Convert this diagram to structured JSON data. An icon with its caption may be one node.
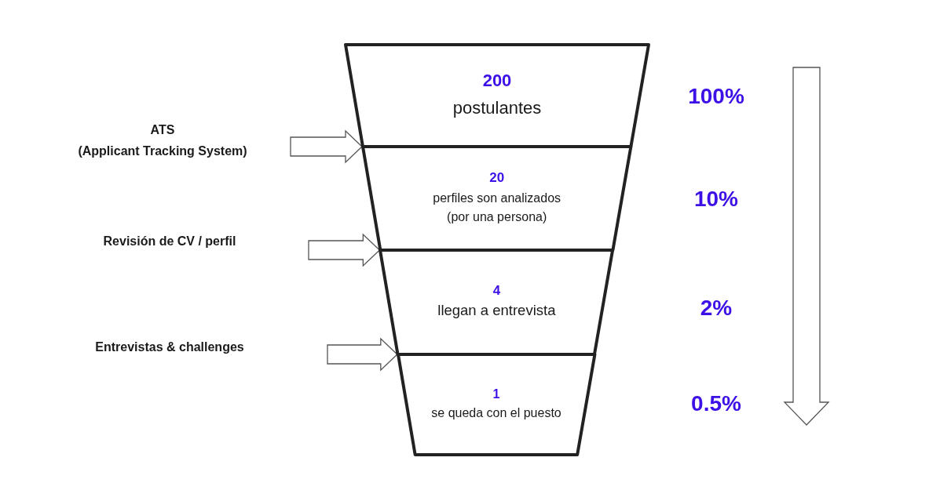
{
  "diagram": {
    "nodes": [
      {
        "text": [
          "200",
          "postulantes"
        ]
      },
      {
        "text": [
          "20",
          "perfiles son analizados (por una persona)"
        ]
      },
      {
        "text": [
          "4",
          "llegan a entrevista"
        ]
      },
      {
        "text": [
          "1",
          "se queda con el puesto"
        ]
      }
    ],
    "edges": [
      {
        "from": null,
        "to": 1,
        "arrow": "to"
      },
      {
        "from": null,
        "to": 2,
        "arrow": "to"
      },
      {
        "from": null,
        "to": 3,
        "arrow": "to"
      }
    ],
    "labels": [
      "100%",
      "ATS",
      "(Applicant Tracking System)",
      "10%",
      "Revisión de CV / perfil",
      "2%",
      "Entrevistas & challenges",
      "0.5%"
    ]
  }
}
